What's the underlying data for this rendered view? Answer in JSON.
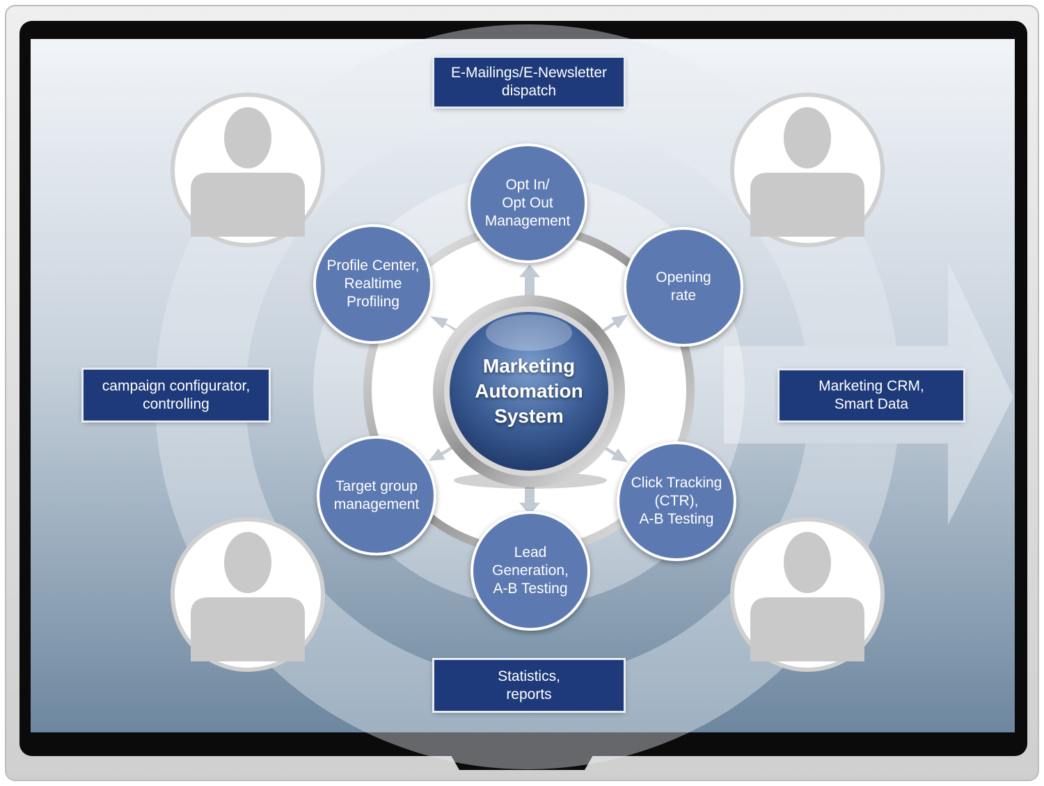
{
  "colors": {
    "box_fill": "#1f3a7a",
    "node_fill": "#5d79b1",
    "screen_top": "#f1f4f8",
    "screen_bottom": "#6d879f",
    "bezel": "#0b0b0b",
    "frame": "#d6d6d6"
  },
  "hub": {
    "label": "Marketing\nAutomation\nSystem"
  },
  "satellites": [
    {
      "id": "opt-in-out",
      "label": "Opt In/\nOpt Out\nManagement"
    },
    {
      "id": "opening-rate",
      "label": "Opening\nrate"
    },
    {
      "id": "click-tracking",
      "label": "Click Tracking\n(CTR),\nA-B Testing"
    },
    {
      "id": "lead-generation",
      "label": "Lead\nGeneration,\nA-B Testing"
    },
    {
      "id": "target-group",
      "label": "Target group\nmanagement"
    },
    {
      "id": "profile-center",
      "label": "Profile Center,\nRealtime\nProfiling"
    }
  ],
  "outer_boxes": {
    "top": "E-Mailings/E-Newsletter\ndispatch",
    "left": "campaign configurator,\ncontrolling",
    "right": "Marketing CRM,\nSmart Data",
    "bottom": "Statistics,\nreports"
  },
  "icons": [
    "user-avatar-icon",
    "user-avatar-icon",
    "user-avatar-icon",
    "user-avatar-icon",
    "arrow-icon"
  ]
}
